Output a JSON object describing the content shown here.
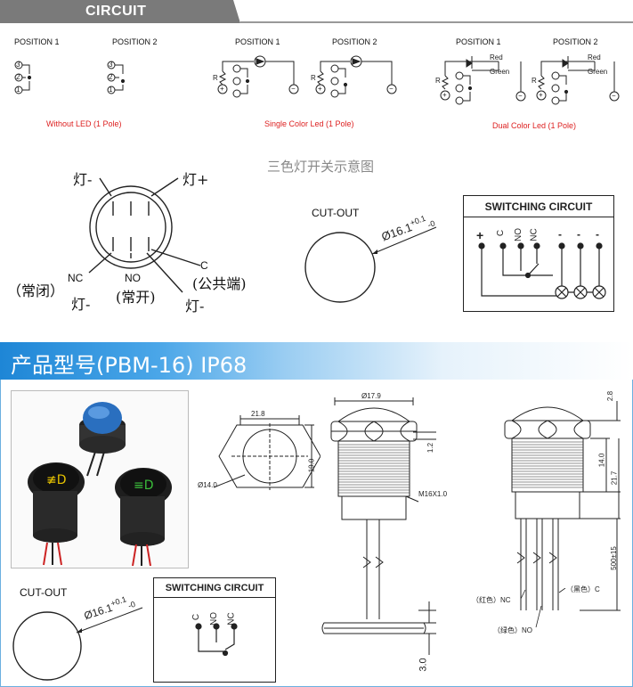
{
  "circuit": {
    "title": "CIRCUIT",
    "positions": {
      "p1": "POSITION 1",
      "p2": "POSITION 2"
    },
    "captions": {
      "without_led": "Without LED (1 Pole)",
      "single_led": "Single Color Led (1 Pole)",
      "dual_led": "Dual Color Led (1 Pole)"
    },
    "schematic": {
      "R": "R",
      "plus": "+",
      "minus": "−",
      "red": "Red",
      "green": "Green",
      "pin1": "1",
      "pin2": "2",
      "pin3": "3"
    }
  },
  "tricolor": {
    "title": "三色灯开关示意图",
    "lamp_minus_top": "灯-",
    "lamp_plus": "灯+",
    "nc": "NC",
    "nc_cn": "（常闭）",
    "lamp_minus_bl": "灯-",
    "no": "NO",
    "no_cn": "(常开)",
    "c": "C",
    "c_cn": "(公共端)",
    "lamp_minus_br": "灯-"
  },
  "cutout_top": {
    "label": "CUT-OUT",
    "dim": "Ø16.1",
    "tol_plus": "+0.1",
    "tol_minus": "-0"
  },
  "switching_top": {
    "title": "SWITCHING CIRCUIT",
    "plus": "+",
    "c": "C",
    "no": "NO",
    "nc": "NC",
    "minus": "-"
  },
  "product": {
    "title": "产品型号(PBM-16) IP68"
  },
  "drawing": {
    "w_21_8": "21.8",
    "h_19_0": "19.0",
    "d_14_0": "Ø14.0",
    "d_17_9": "Ø17.9",
    "t_1_2": "1.2",
    "thread": "M16X1.0",
    "t_2_8": "2.8",
    "t_14_0": "14.0",
    "t_21_7": "21.7",
    "lead": "500±15",
    "red_nc": "（红色）NC",
    "black_c": "（黑色）C",
    "green_no": "（绿色）NO",
    "t_3_0": "3.0"
  },
  "cutout_bottom": {
    "label": "CUT-OUT",
    "dim": "Ø16.1",
    "tol_plus": "+0.1",
    "tol_minus": "-0"
  },
  "switching_bottom": {
    "title": "SWITCHING CIRCUIT",
    "c": "C",
    "no": "NO",
    "nc": "NC"
  },
  "colors": {
    "header_gray": "#7a7a7a",
    "banner_blue": "#1e86d6",
    "caption_red": "#dd2222"
  }
}
